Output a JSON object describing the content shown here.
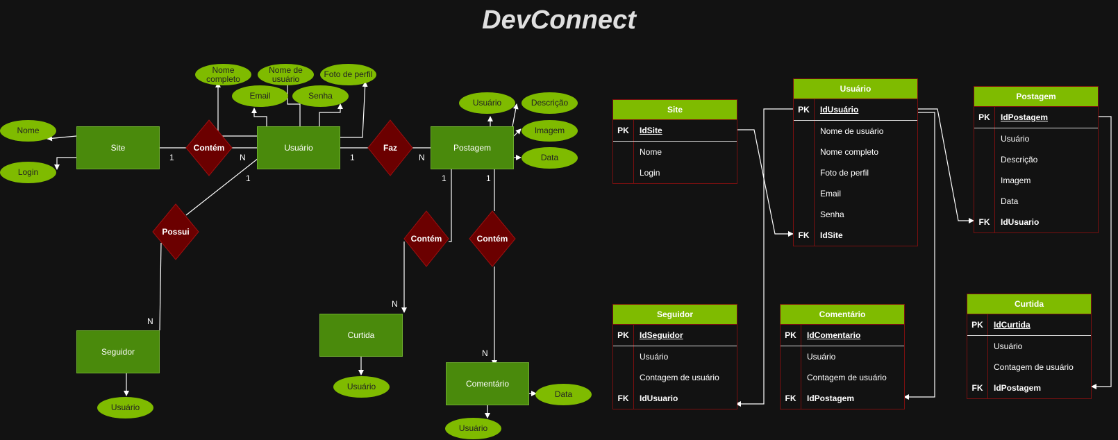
{
  "title": "DevConnect",
  "er": {
    "entities": {
      "site": "Site",
      "usuario": "Usuário",
      "postagem": "Postagem",
      "seguidor": "Seguidor",
      "curtida": "Curtida",
      "comentario": "Comentário"
    },
    "relationships": {
      "contem_site_usuario": "Contém",
      "faz": "Faz",
      "possui": "Possui",
      "contem_curtida": "Contém",
      "contem_comentario": "Contém"
    },
    "attributes": {
      "site_nome": "Nome",
      "site_login": "Login",
      "usr_nome_completo": "Nome completo",
      "usr_nome_usuario": "Nome de usuário",
      "usr_foto": "Foto de perfil",
      "usr_email": "Email",
      "usr_senha": "Senha",
      "post_usuario": "Usuário",
      "post_descricao": "Descrição",
      "post_imagem": "Imagem",
      "post_data": "Data",
      "seg_usuario": "Usuário",
      "curt_usuario": "Usuário",
      "com_data": "Data",
      "com_usuario": "Usuário"
    },
    "cardinalities": {
      "site_contem": "1",
      "contem_usuario": "N",
      "usuario_faz": "1",
      "faz_postagem": "N",
      "usuario_possui": "1",
      "possui_seguidor": "N",
      "postagem_curtida_rel": "1",
      "curtida_n": "N",
      "postagem_comentario_rel": "1",
      "comentario_n": "N"
    }
  },
  "tables": {
    "site": {
      "name": "Site",
      "rows": [
        {
          "key": "PK",
          "field": "IdSite",
          "style": "pk"
        },
        {
          "key": "",
          "field": "Nome",
          "style": ""
        },
        {
          "key": "",
          "field": "Login",
          "style": ""
        }
      ]
    },
    "usuario": {
      "name": "Usuário",
      "rows": [
        {
          "key": "PK",
          "field": "IdUsuário",
          "style": "pk"
        },
        {
          "key": "",
          "field": "Nome de usuário",
          "style": ""
        },
        {
          "key": "",
          "field": "Nome completo",
          "style": ""
        },
        {
          "key": "",
          "field": "Foto de perfil",
          "style": ""
        },
        {
          "key": "",
          "field": "Email",
          "style": ""
        },
        {
          "key": "",
          "field": "Senha",
          "style": ""
        },
        {
          "key": "FK",
          "field": "IdSite",
          "style": "fk"
        }
      ]
    },
    "postagem": {
      "name": "Postagem",
      "rows": [
        {
          "key": "PK",
          "field": "IdPostagem",
          "style": "pk"
        },
        {
          "key": "",
          "field": "Usuário",
          "style": ""
        },
        {
          "key": "",
          "field": "Descrição",
          "style": ""
        },
        {
          "key": "",
          "field": "Imagem",
          "style": ""
        },
        {
          "key": "",
          "field": "Data",
          "style": ""
        },
        {
          "key": "FK",
          "field": "IdUsuario",
          "style": "fk"
        }
      ]
    },
    "seguidor": {
      "name": "Seguidor",
      "rows": [
        {
          "key": "PK",
          "field": "IdSeguidor",
          "style": "pk"
        },
        {
          "key": "",
          "field": "Usuário",
          "style": ""
        },
        {
          "key": "",
          "field": "Contagem de usuário",
          "style": ""
        },
        {
          "key": "FK",
          "field": "IdUsuario",
          "style": "fk"
        }
      ]
    },
    "comentario": {
      "name": "Comentário",
      "rows": [
        {
          "key": "PK",
          "field": "IdComentario",
          "style": "pk"
        },
        {
          "key": "",
          "field": "Usuário",
          "style": ""
        },
        {
          "key": "",
          "field": "Contagem de usuário",
          "style": ""
        },
        {
          "key": "FK",
          "field": "IdPostagem",
          "style": "fk"
        }
      ]
    },
    "curtida": {
      "name": "Curtida",
      "rows": [
        {
          "key": "PK",
          "field": "IdCurtida",
          "style": "pk"
        },
        {
          "key": "",
          "field": "Usuário",
          "style": ""
        },
        {
          "key": "",
          "field": "Contagem de usuário",
          "style": ""
        },
        {
          "key": "FK",
          "field": "IdPostagem",
          "style": "fk"
        }
      ]
    }
  },
  "colors": {
    "background": "#121212",
    "entity": "#4a8a0c",
    "attribute": "#7fbb00",
    "relationship": "#6b0000",
    "table_header": "#7fbb00",
    "table_border": "#7a1010",
    "line": "#ffffff"
  }
}
